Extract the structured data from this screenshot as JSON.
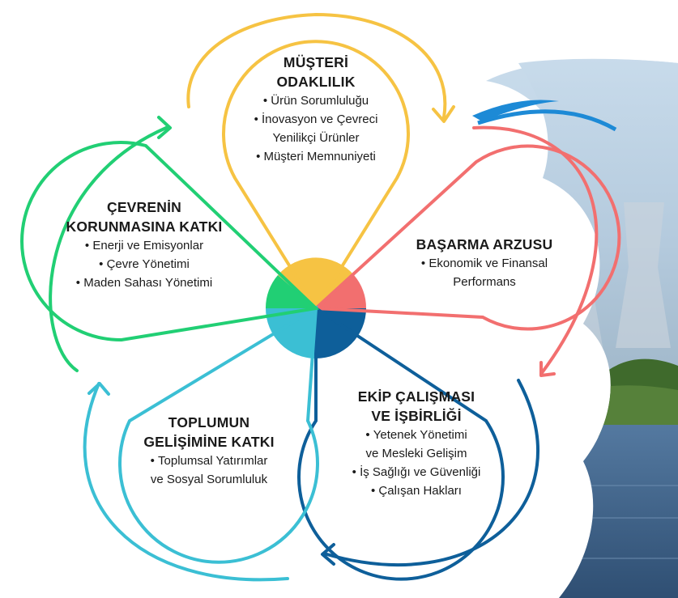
{
  "colors": {
    "customer": "#f6c343",
    "achievement": "#f26f6f",
    "team": "#0e5f9a",
    "society": "#3bbfd4",
    "environment": "#21cf74",
    "photo_sky": "#b7cfe3",
    "photo_water": "#3e6288",
    "photo_trees": "#3f6a2c",
    "swoosh": "#1d8ad6"
  },
  "petals": {
    "customer": {
      "title_line1": "MÜŞTERİ",
      "title_line2": "ODAKLILIK",
      "item1": "Ürün Sorumluluğu",
      "item2_line1": "İnovasyon ve Çevreci",
      "item2_line2": "Yenilikçi Ürünler",
      "item3": "Müşteri Memnuniyeti"
    },
    "achievement": {
      "title": "BAŞARMA ARZUSU",
      "item1_line1": "Ekonomik ve Finansal",
      "item1_line2": "Performans"
    },
    "team": {
      "title_line1": "EKİP ÇALIŞMASI",
      "title_line2": "VE İŞBİRLİĞİ",
      "item1_line1": "Yetenek Yönetimi",
      "item1_line2": "ve Mesleki Gelişim",
      "item2": "İş Sağlığı ve Güvenliği",
      "item3": "Çalışan Hakları"
    },
    "society": {
      "title_line1": "TOPLUMUN",
      "title_line2": "GELİŞİMİNE KATKI",
      "item1_line1": "Toplumsal Yatırımlar",
      "item1_line2": "ve Sosyal Sorumluluk"
    },
    "environment": {
      "title_line1": "ÇEVRENİN",
      "title_line2": "KORUNMASINA KATKI",
      "item1": "Enerji ve Emisyonlar",
      "item2": "Çevre Yönetimi",
      "item3": "Maden Sahası Yönetimi"
    }
  }
}
